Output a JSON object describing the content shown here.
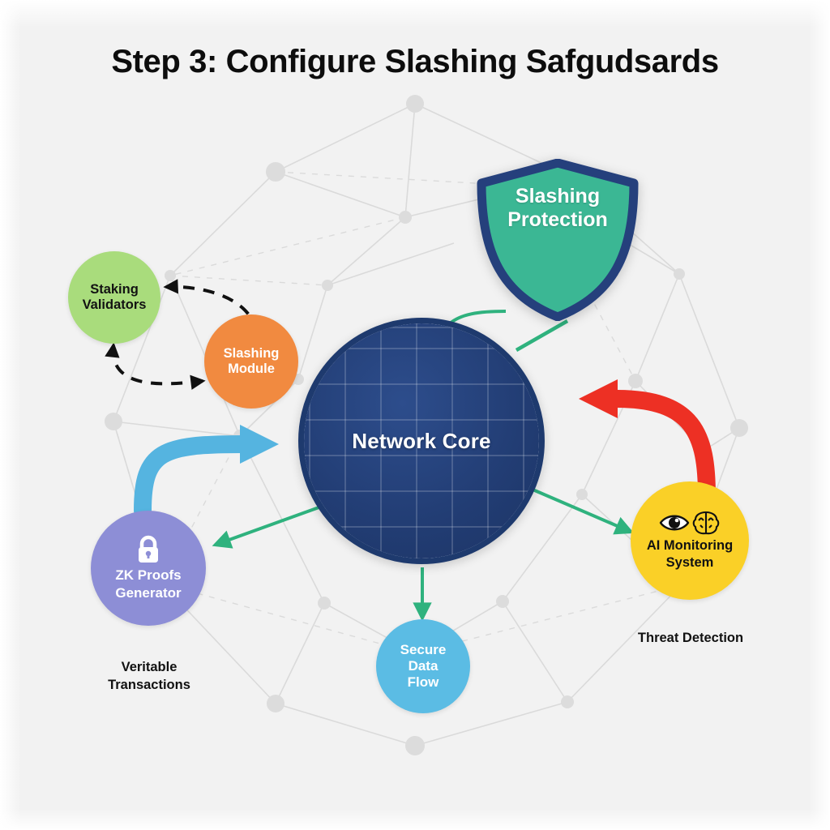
{
  "title": "Step 3: Configure Slashing Safgudsards",
  "background_color": "#f2f2f2",
  "core": {
    "label": "Network Core",
    "fill": "#234078",
    "border": "#1e3a6e",
    "ring": "#ffffff"
  },
  "shield": {
    "label_line1": "Slashing",
    "label_line2": "Protection",
    "fill": "#3bb794",
    "border": "#25407c"
  },
  "nodes": [
    {
      "id": "staking-validators",
      "label_line1": "Staking",
      "label_line2": "Validators",
      "color": "#a9dc7c",
      "text_color": "#121212",
      "icon": null
    },
    {
      "id": "slashing-module",
      "label_line1": "Slashing",
      "label_line2": "Module",
      "color": "#f18a40",
      "text_color": "#ffffff",
      "icon": null
    },
    {
      "id": "zk-proofs-generator",
      "label_line1": "ZK Proofs",
      "label_line2": "Generator",
      "color": "#8d8ed6",
      "text_color": "#ffffff",
      "icon": "lock-icon"
    },
    {
      "id": "ai-monitoring-system",
      "label_line1": "AI Monitoring",
      "label_line2": "System",
      "color": "#fad027",
      "text_color": "#121212",
      "icon": "eye-icon,brain-icon"
    },
    {
      "id": "secure-data-flow",
      "label_line1": "Secure",
      "label_line2": "Data",
      "label_line3": "Flow",
      "color": "#5bbce4",
      "text_color": "#ffffff",
      "icon": null
    }
  ],
  "captions": {
    "verifiable": "Veritable Transactions",
    "verifiable_line1": "Veritable",
    "verifiable_line2": "Transactions",
    "threat": "Threat Detection"
  },
  "connectors": [
    {
      "name": "shield-to-core",
      "style": "solid-arrow",
      "color": "#2fb27e"
    },
    {
      "name": "shield-to-core-link",
      "style": "solid-line",
      "color": "#2fb27e"
    },
    {
      "name": "core-to-zk",
      "style": "solid-arrow",
      "color": "#2fb27e"
    },
    {
      "name": "core-to-ai",
      "style": "solid-arrow",
      "color": "#2fb27e"
    },
    {
      "name": "core-to-secure-data-flow",
      "style": "solid-arrow",
      "color": "#2fb27e"
    },
    {
      "name": "zk-to-core-thick",
      "style": "thick-arrow",
      "color": "#55b4e0"
    },
    {
      "name": "ai-to-core-thick",
      "style": "thick-arrow",
      "color": "#ed3024"
    },
    {
      "name": "slashing-module-to-staking",
      "style": "dashed-arrow",
      "color": "#111111"
    },
    {
      "name": "staking-to-slashing-module",
      "style": "dashed-arrow",
      "color": "#111111"
    }
  ]
}
